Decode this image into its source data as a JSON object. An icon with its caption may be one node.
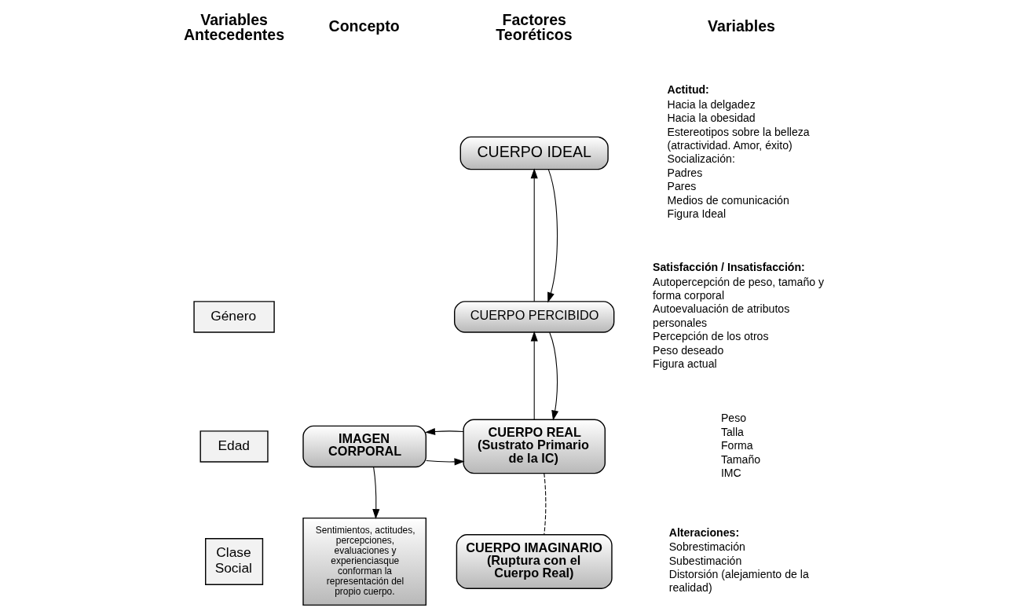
{
  "diagram": {
    "nodes": [
      {
        "text": [
          "Género"
        ]
      },
      {
        "text": [
          "Edad"
        ]
      },
      {
        "text": [
          "Clase Social"
        ]
      },
      {
        "text": [
          "CUERPO IDEAL"
        ]
      },
      {
        "text": [
          "CUERPO PERCIBIDO"
        ]
      },
      {
        "text": [
          "IMAGEN CORPORAL"
        ]
      },
      {
        "text": [
          "CUERPO REAL (Sustrato Primario de la IC)"
        ]
      },
      {
        "text": [
          "Sentimientos, actitudes, percepciones, evaluaciones y experienciasque conforman la representación del propio cuerpo."
        ]
      },
      {
        "text": [
          "CUERPO IMAGINARIO (Ruptura con el Cuerpo Real)"
        ]
      }
    ],
    "edges": [
      {
        "from": 4,
        "to": 3,
        "arrow": "to"
      },
      {
        "from": 3,
        "to": 4,
        "arrow": "to"
      },
      {
        "from": 6,
        "to": 4,
        "arrow": "to"
      },
      {
        "from": 4,
        "to": 6,
        "arrow": "to"
      },
      {
        "from": 5,
        "to": 6,
        "arrow": "to"
      },
      {
        "from": 6,
        "to": 5,
        "arrow": "to"
      },
      {
        "from": 5,
        "to": 7,
        "arrow": "to"
      },
      {
        "from": 6,
        "to": 8,
        "arrow": "none",
        "style": "dashed"
      }
    ],
    "labels": [
      "Variables Antecedentes",
      "Concepto",
      "Factores Teoréticos",
      "Variables",
      "Actitud:",
      "Hacia la delgadez",
      "Hacia la obesidad",
      "Estereotipos sobre la belleza (atractividad. Amor, éxito)",
      "Socialización:",
      "Padres",
      "Pares",
      "Medios de comunicación",
      "Figura Ideal",
      "Satisfacción / Insatisfacción:",
      "Autopercepción de peso, tamaño y forma corporal",
      "Autoevaluación de atributos personales",
      "Percepción de los otros",
      "Peso deseado",
      "Figura actual",
      "Peso",
      "Talla",
      "Forma",
      "Tamaño",
      "IMC",
      "Alteraciones:",
      "Sobrestimación",
      "Subestimación",
      "Distorsión (alejamiento de la realidad)"
    ]
  }
}
